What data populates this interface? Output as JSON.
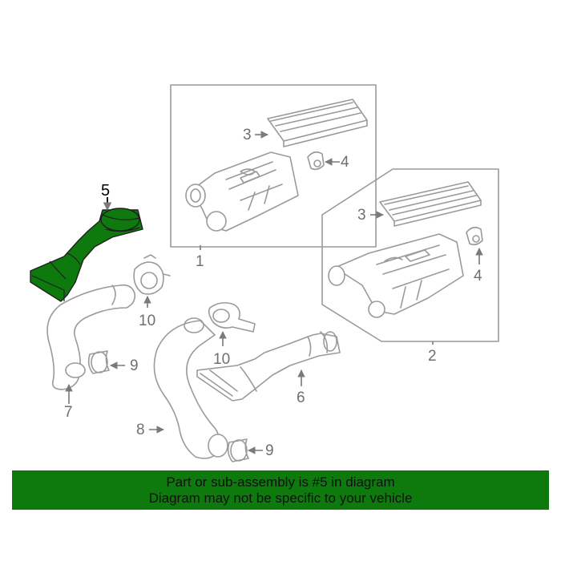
{
  "highlight_color": "#0e7a0e",
  "callouts": {
    "c1": "1",
    "c2": "2",
    "c3a": "3",
    "c3b": "3",
    "c4a": "4",
    "c4b": "4",
    "c5": "5",
    "c6": "6",
    "c7": "7",
    "c8": "8",
    "c9a": "9",
    "c9b": "9",
    "c10a": "10",
    "c10b": "10"
  },
  "banner": {
    "line1": "Part or sub-assembly is #5 in diagram",
    "line2": "Diagram may not be specific to your vehicle"
  }
}
